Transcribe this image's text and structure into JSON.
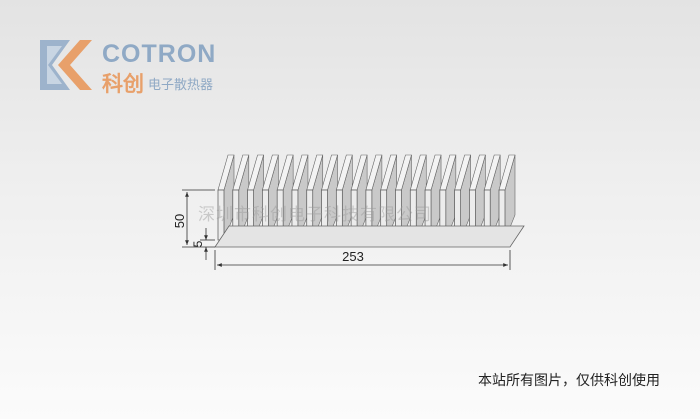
{
  "logo": {
    "brand_en": "COTRON",
    "brand_cn": "科创",
    "tagline_cn": "电子散热器",
    "colors": {
      "blue": "#8fa9c5",
      "orange": "#e8a06a",
      "gray": "#b0b0b0"
    }
  },
  "drawing": {
    "dim_width": "253",
    "dim_height": "50",
    "dim_base": "5",
    "watermark": "深圳市科创电子科技有限公司",
    "fin_count": 20
  },
  "footer": {
    "note": "本站所有图片，仅供科创使用"
  }
}
